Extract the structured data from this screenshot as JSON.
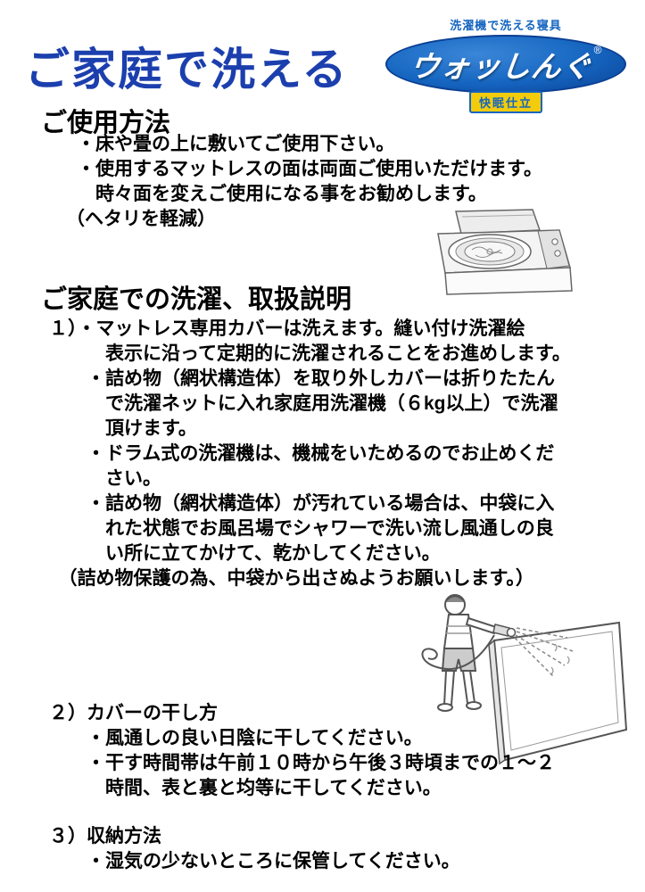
{
  "title": "ご家庭で洗える",
  "logo": {
    "tagline": "洗濯機で洗える寝具",
    "brand": "ウォッしんぐ",
    "registered_mark": "®",
    "badge": "快眠仕立"
  },
  "colors": {
    "title_blue": "#1c3fae",
    "logo_blue": "#1565c0",
    "logo_blue_dark": "#0b3f93",
    "badge_yellow": "#f2cc0c"
  },
  "usage": {
    "heading": "ご使用方法",
    "lines": [
      "・床や畳の上に敷いてご使用下さい。",
      "・使用するマットレスの面は両面ご使用いただけます。",
      "　時々面を変えご使用になる事をお勧めします。",
      "（ヘタリを軽減）"
    ]
  },
  "washing": {
    "heading": "ご家庭での洗濯、取扱説明",
    "lines": [
      "１）・マットレス専用カバーは洗えます。縫い付け洗濯絵",
      "　　　表示に沿って定期的に洗濯されることをお進めします。",
      "　　・詰め物（網状構造体）を取り外しカバーは折りたたん",
      "　　　で洗濯ネットに入れ家庭用洗濯機（６kg以上）で洗濯",
      "　　　頂けます。",
      "　　・ドラム式の洗濯機は、機械をいためるのでお止めくだ",
      "　　　さい。",
      "　　・詰め物（網状構造体）が汚れている場合は、中袋に入",
      "　　　れた状態でお風呂場でシャワーで洗い流し風通しの良",
      "　　　い所に立てかけて、乾かしてください。",
      "　（詰め物保護の為、中袋から出さぬようお願いします。）"
    ]
  },
  "drying": {
    "lines": [
      "２）カバーの干し方",
      "　　・風通しの良い日陰に干してください。",
      "　　・干す時間帯は午前１０時から午後３時頃までの１～２",
      "　　　時間、表と裏と均等に干してください。"
    ]
  },
  "storage": {
    "lines": [
      "３）収納方法",
      "　　・湿気の少ないところに保管してください。"
    ]
  },
  "illustrations": {
    "washing_machine": "top-loading washing machine with open lid and pad inside drum",
    "shower": "person spraying a mattress pad with a shower hose"
  }
}
